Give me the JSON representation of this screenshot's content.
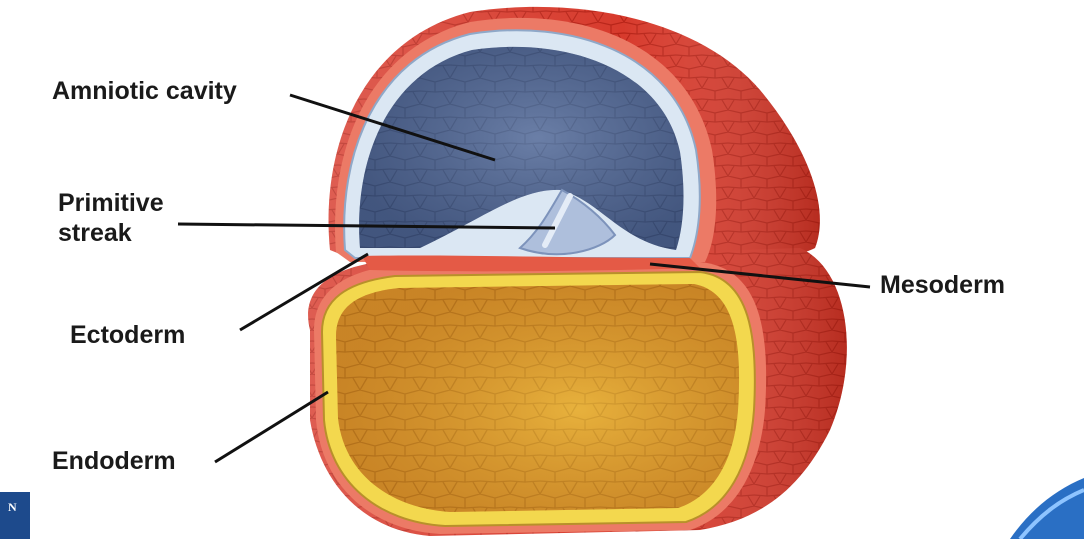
{
  "labels": {
    "amniotic_cavity": "Amniotic cavity",
    "primitive_streak_line1": "Primitive",
    "primitive_streak_line2": "streak",
    "ectoderm": "Ectoderm",
    "endoderm": "Endoderm",
    "mesoderm": "Mesoderm"
  },
  "corner_logo_letter": "N",
  "colors": {
    "outer_tissue": "#d9362b",
    "outer_tissue_light": "#e8705e",
    "amniotic_cavity": "#4c5f88",
    "ectoderm_cells": "#d6e4f2",
    "endoderm_cells": "#f2d64a",
    "yolk_sac_cavity": "#d9962c",
    "primitive_streak": "#b9c9e3",
    "label_text": "#1a1a1a"
  }
}
